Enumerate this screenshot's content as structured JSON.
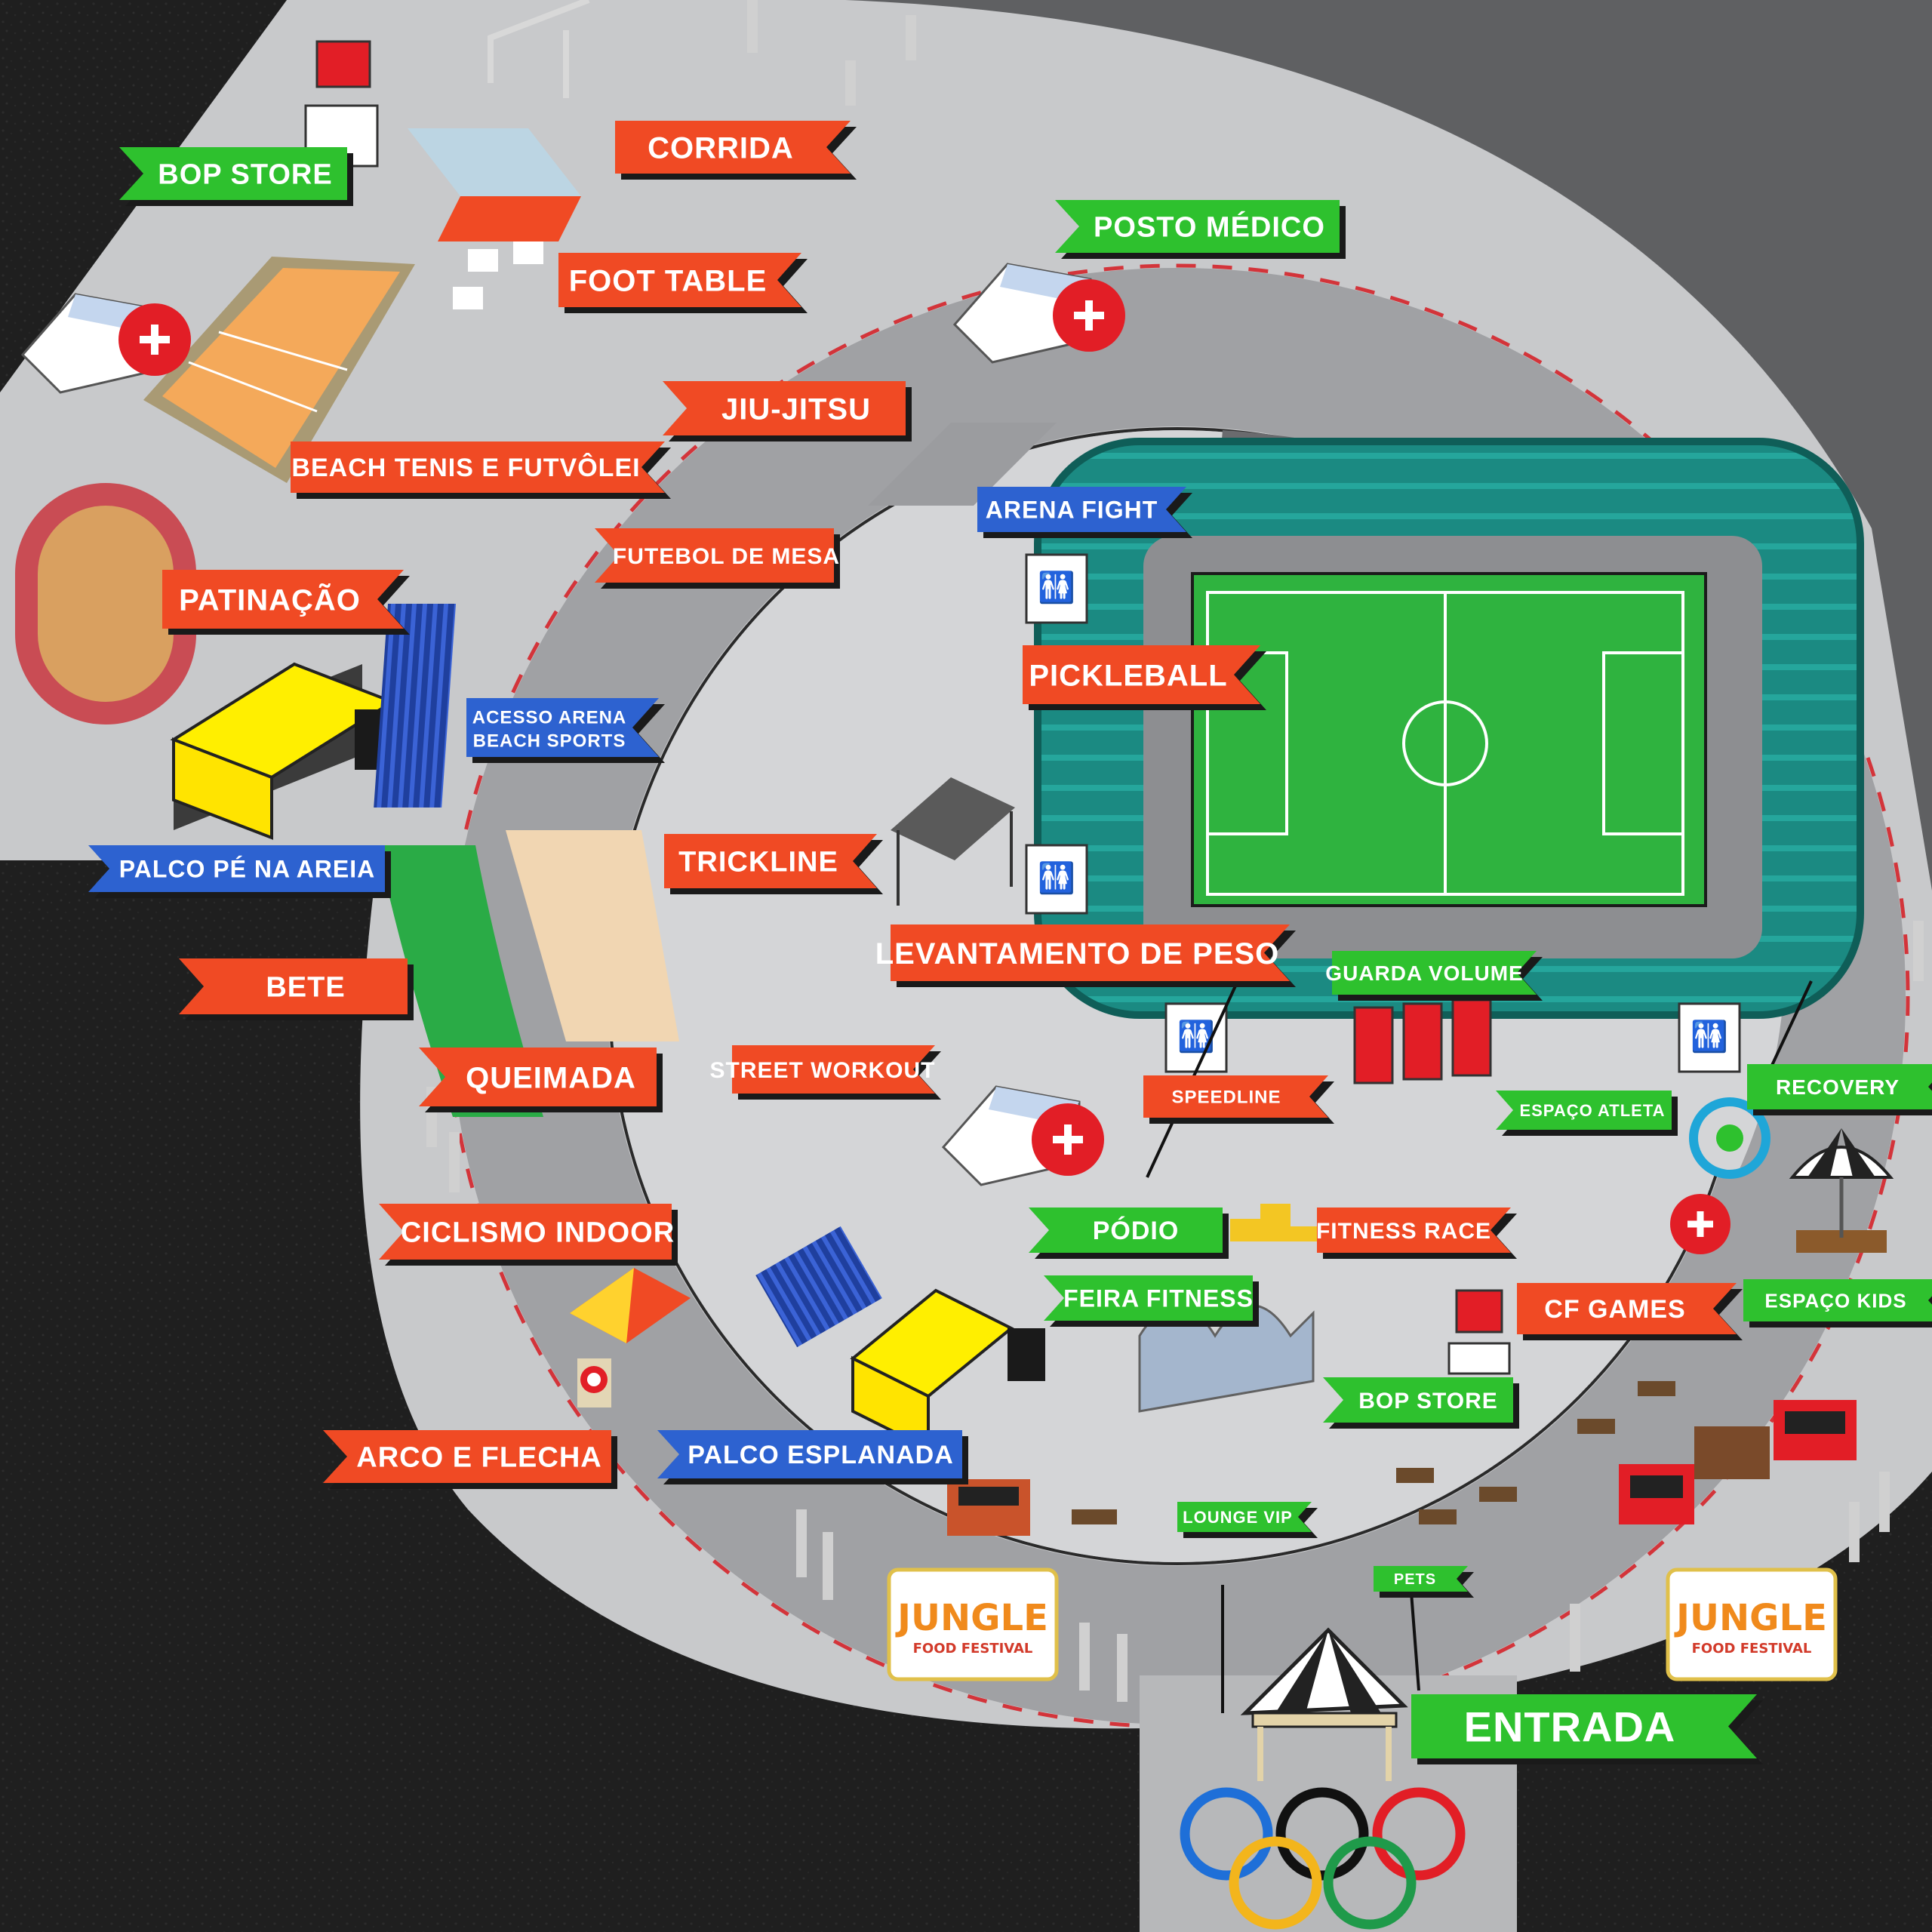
{
  "colors": {
    "asphalt": "#1f1f1f",
    "plaza": "#c9cacc",
    "ring_track": "#9a9b9e",
    "inner_plaza": "#d3d4d6",
    "dark_sector": "#5f6062",
    "stand": "#1f8f87",
    "pitch": "#2fb33f",
    "label_orange": "#f04a24",
    "label_green": "#2ec12e",
    "label_blue": "#2d62d0",
    "shadow": "#1a1a1a",
    "medical_red": "#e21e26"
  },
  "labels": [
    {
      "id": "bop-store-top",
      "text": "BOP STORE",
      "color": "green",
      "icon": "bop-store-icon"
    },
    {
      "id": "corrida",
      "text": "CORRIDA",
      "color": "orange",
      "icon": "runner-icon"
    },
    {
      "id": "foot-table",
      "text": "FOOT TABLE",
      "color": "orange",
      "icon": "soccer-ball-icon"
    },
    {
      "id": "posto-medico",
      "text": "POSTO MÉDICO",
      "color": "green",
      "icon": "ambulance-icon"
    },
    {
      "id": "jiu-jitsu",
      "text": "JIU-JITSU",
      "color": "orange",
      "icon": "wrestling-mat-icon"
    },
    {
      "id": "beach-tenis",
      "text": "BEACH TENIS E FUTVÔLEI",
      "color": "orange",
      "icon": "sand-court-icon"
    },
    {
      "id": "arena-fight",
      "text": "ARENA FIGHT",
      "color": "blue",
      "icon": "stadium-icon"
    },
    {
      "id": "futebol-de-mesa",
      "text": "FUTEBOL DE MESA",
      "color": "orange",
      "icon": "table-game-icon"
    },
    {
      "id": "patinacao",
      "text": "PATINAÇÃO",
      "color": "orange",
      "icon": "skating-track-icon"
    },
    {
      "id": "pickleball",
      "text": "PICKLEBALL",
      "color": "orange",
      "icon": "pickleball-net-icon"
    },
    {
      "id": "acesso-arena",
      "text": "ACESSO ARENA BEACH SPORTS",
      "color": "blue",
      "icon": "bleachers-icon"
    },
    {
      "id": "trickline",
      "text": "TRICKLINE",
      "color": "orange",
      "icon": "slackline-icon"
    },
    {
      "id": "palco-pe-na-areia",
      "text": "PALCO PÉ NA AREIA",
      "color": "blue",
      "icon": "stage-icon"
    },
    {
      "id": "levantamento",
      "text": "LEVANTAMENTO DE PESO",
      "color": "orange",
      "icon": "tent-icon"
    },
    {
      "id": "guarda-volume",
      "text": "GUARDA VOLUME",
      "color": "green",
      "icon": "locker-icon"
    },
    {
      "id": "bete",
      "text": "BETE",
      "color": "orange",
      "icon": "wicket-icon"
    },
    {
      "id": "street-workout",
      "text": "STREET WORKOUT",
      "color": "orange",
      "icon": "parallel-bars-icon"
    },
    {
      "id": "queimada",
      "text": "QUEIMADA",
      "color": "orange",
      "icon": "dodgeball-icon"
    },
    {
      "id": "speedline",
      "text": "SPEEDLINE",
      "color": "orange",
      "icon": "zipline-icon"
    },
    {
      "id": "espaco-atleta",
      "text": "ESPAÇO ATLETA",
      "color": "green",
      "icon": "yoga-mat-icon"
    },
    {
      "id": "recovery",
      "text": "RECOVERY",
      "color": "green",
      "icon": "recovery-cycle-icon"
    },
    {
      "id": "ciclismo-indoor",
      "text": "CICLISMO INDOOR",
      "color": "orange",
      "icon": "spin-bike-icon"
    },
    {
      "id": "podio",
      "text": "PÓDIO",
      "color": "green",
      "icon": "podium-icon"
    },
    {
      "id": "fitness-race",
      "text": "FITNESS RACE",
      "color": "orange",
      "icon": "rowing-machine-icon"
    },
    {
      "id": "feira-fitness",
      "text": "FEIRA FITNESS",
      "color": "green",
      "icon": "canopy-icon"
    },
    {
      "id": "cf-games",
      "text": "CF GAMES",
      "color": "orange",
      "icon": "rig-icon"
    },
    {
      "id": "espaco-kids",
      "text": "ESPAÇO KIDS",
      "color": "green",
      "icon": "carousel-icon"
    },
    {
      "id": "bop-store-bottom",
      "text": "BOP STORE",
      "color": "green",
      "icon": "bop-store-icon"
    },
    {
      "id": "arco-e-flecha",
      "text": "ARCO E FLECHA",
      "color": "orange",
      "icon": "archery-target-icon"
    },
    {
      "id": "palco-esplanada",
      "text": "PALCO ESPLANADA",
      "color": "blue",
      "icon": "stage-icon"
    },
    {
      "id": "lounge-vip",
      "text": "LOUNGE VIP",
      "color": "green",
      "icon": "vip-pin-icon"
    },
    {
      "id": "pets",
      "text": "PETS",
      "color": "green",
      "icon": "paw-icon"
    },
    {
      "id": "entrada",
      "text": "ENTRADA",
      "color": "green",
      "icon": "entrance-tent-icon"
    }
  ],
  "logos": {
    "jungle_word": "JUNGLE",
    "jungle_sub": "FOOD FESTIVAL"
  }
}
